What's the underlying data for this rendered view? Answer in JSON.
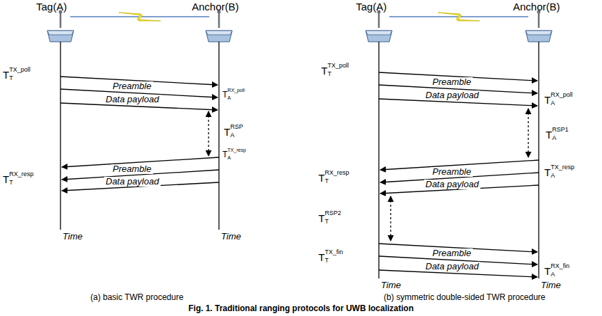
{
  "diagram": {
    "caption": "Fig. 1. Traditional ranging protocols for UWB localization",
    "labels": [
      "Tag(A)",
      "Anchor(B)",
      "T",
      "T",
      "TX_poll",
      "Preamble",
      "Data payload",
      "T",
      "A",
      "RX_poll",
      "T",
      "A",
      "RSP",
      "T",
      "A",
      "TX_resp",
      "Preamble",
      "Data payload",
      "T",
      "T",
      "RX_resp",
      "Time",
      "Time",
      "Tag(A)",
      "Anchor(B)",
      "T",
      "T",
      "TX_poll",
      "Preamble",
      "Data payload",
      "T",
      "A",
      "RX_poll",
      "T",
      "A",
      "RSP1",
      "Preamble",
      "Data payload",
      "T",
      "A",
      "TX_resp",
      "T",
      "T",
      "RX_resp",
      "T",
      "T",
      "RSP2",
      "Preamble",
      "Data payload",
      "T",
      "T",
      "TX_fin",
      "T",
      "A",
      "RX_fin",
      "Time",
      "Time",
      "(a) basic TWR procedure",
      "(b) symmetric double-sided TWR procedure"
    ]
  }
}
